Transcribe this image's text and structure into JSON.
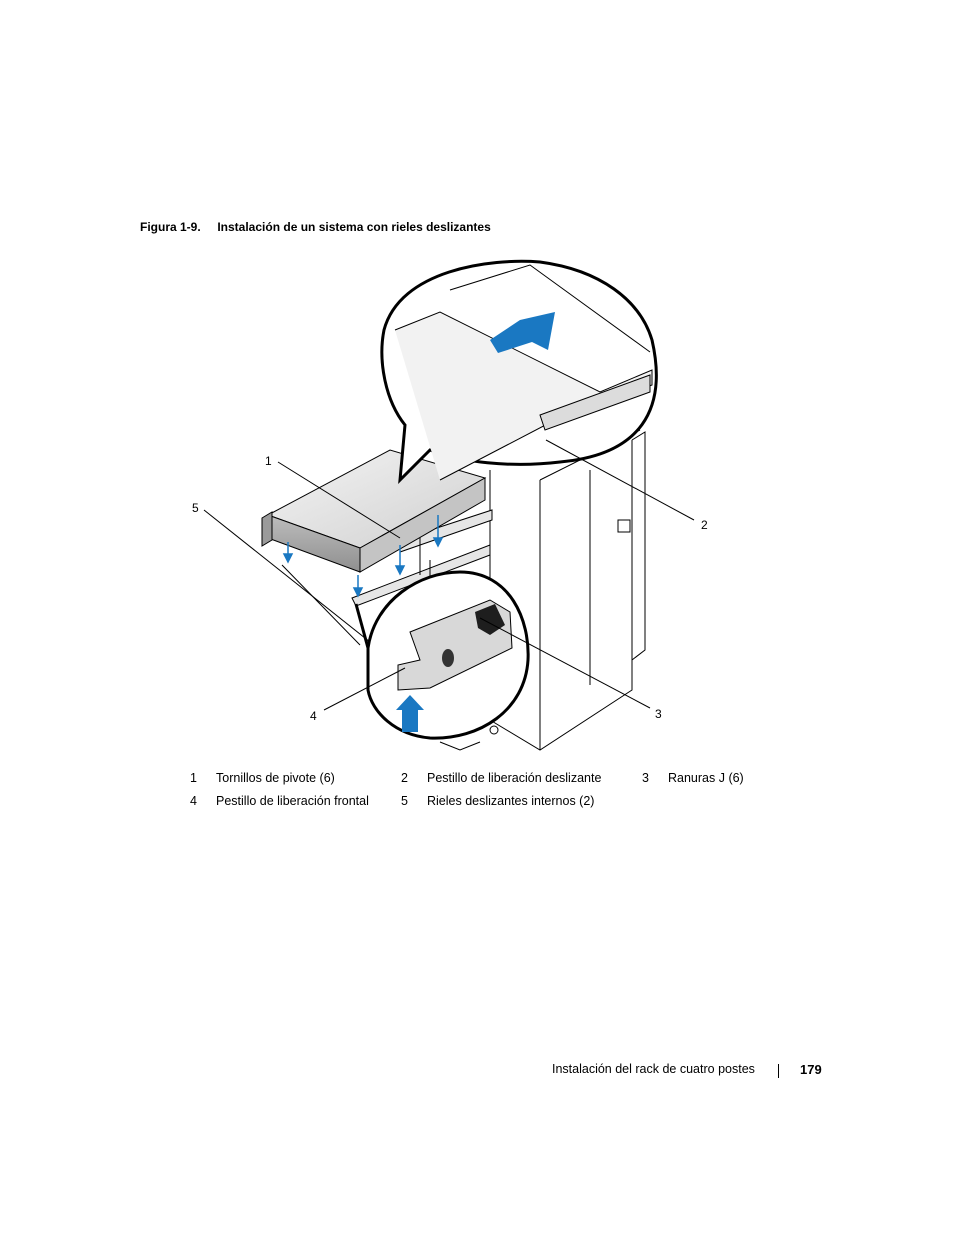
{
  "figure": {
    "label": "Figura 1-9.",
    "title": "Instalación de un sistema con rieles deslizantes",
    "callouts": [
      "1",
      "2",
      "3",
      "4",
      "5"
    ]
  },
  "legend": [
    [
      {
        "num": "1",
        "text": "Tornillos de pivote (6)"
      },
      {
        "num": "2",
        "text": "Pestillo de liberación deslizante"
      },
      {
        "num": "3",
        "text": "Ranuras J (6)"
      }
    ],
    [
      {
        "num": "4",
        "text": "Pestillo de liberación frontal"
      },
      {
        "num": "5",
        "text": "Rieles deslizantes internos (2)"
      }
    ]
  ],
  "footer": {
    "section": "Instalación del rack de cuatro postes",
    "page": "179"
  },
  "colors": {
    "arrow_blue": "#1a78c2",
    "panel_gray": "#d8d8d8",
    "line_black": "#000000"
  }
}
